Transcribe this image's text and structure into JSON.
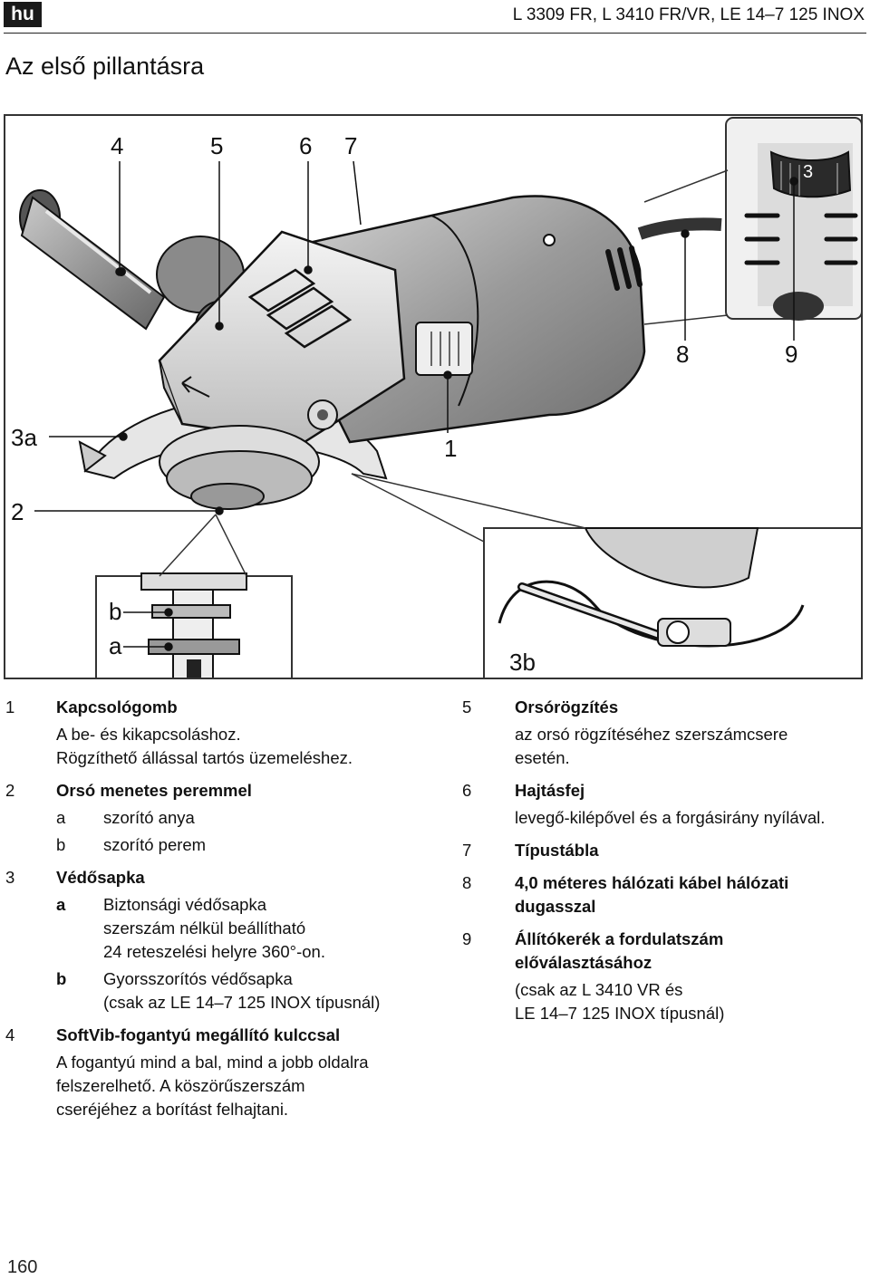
{
  "header": {
    "lang": "hu",
    "models": "L 3309 FR, L 3410 FR/VR, LE 14–7 125 INOX"
  },
  "title": "Az első pillantásra",
  "figure": {
    "callouts": {
      "c4": "4",
      "c5": "5",
      "c6": "6",
      "c7": "7",
      "c8": "8",
      "c9": "9",
      "c3a": "3a",
      "c1": "1",
      "c2": "2",
      "cb": "b",
      "ca": "a",
      "c3b": "3b",
      "dial": "3"
    }
  },
  "legend_left": [
    {
      "num": "1",
      "title": "Kapcsológomb",
      "lines": [
        "A be- és kikapcsoláshoz.",
        "Rögzíthető állással tartós üzemeléshez."
      ]
    },
    {
      "num": "2",
      "title": "Orsó menetes peremmel",
      "subs": [
        {
          "letter": "a",
          "text": "szorító anya"
        },
        {
          "letter": "b",
          "text": "szorító perem"
        }
      ]
    },
    {
      "num": "3",
      "title": "Védősapka",
      "subs": [
        {
          "letter": "a",
          "lines": [
            "Biztonsági védősapka",
            "szerszám nélkül beállítható",
            "24 reteszelési helyre 360°-on."
          ]
        },
        {
          "letter": "b",
          "lines": [
            "Gyorsszorítós védősapka",
            "(csak az LE 14–7 125 INOX típusnál)"
          ]
        }
      ]
    },
    {
      "num": "4",
      "title": "SoftVib-fogantyú megállító kulccsal",
      "lines": [
        "A fogantyú mind a bal, mind a jobb oldalra",
        "felszerelhető. A köszörűszerszám",
        "cseréjéhez a borítást felhajtani."
      ]
    }
  ],
  "legend_right": [
    {
      "num": "5",
      "title": "Orsórögzítés",
      "lines": [
        "az orsó rögzítéséhez szerszámcsere",
        "esetén."
      ]
    },
    {
      "num": "6",
      "title": "Hajtásfej",
      "lines": [
        "levegő-kilépővel és a forgásirány nyílával."
      ]
    },
    {
      "num": "7",
      "title": "Típustábla"
    },
    {
      "num": "8",
      "title_lines": [
        "4,0 méteres hálózati kábel hálózati",
        "dugasszal"
      ]
    },
    {
      "num": "9",
      "title_lines": [
        "Állítókerék a fordulatszám",
        "előválasztásához"
      ],
      "lines": [
        "(csak az L 3410 VR és",
        "LE 14–7 125 INOX típusnál)"
      ]
    }
  ],
  "page_number": "160"
}
